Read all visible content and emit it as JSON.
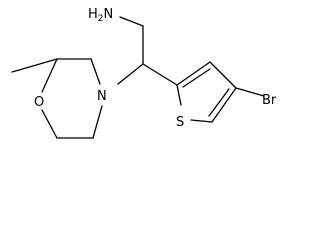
{
  "labels": {
    "amine": "H2N",
    "amine_subscript": "2",
    "nitrogen": "N",
    "oxygen": "O",
    "sulfur": "S",
    "bromine": "Br"
  }
}
